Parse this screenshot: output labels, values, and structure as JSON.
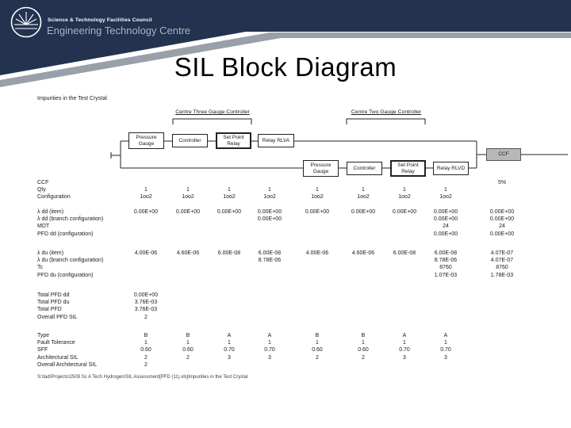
{
  "header": {
    "council": "Science & Technology Facilities Council",
    "centre": "Engineering Technology Centre"
  },
  "title": "SIL Block Diagram",
  "colors": {
    "navy": "#22324f",
    "stripe": "#99a0a9",
    "ccf_fill": "#b8b8b8"
  },
  "diagram": {
    "caption": "Impurities in the Test Crystal",
    "branch1": {
      "bracket_label": "Centre Three Gauge Controller",
      "blocks": [
        "Pressure Gauge",
        "Controller",
        "Set Point Relay",
        "Relay RLVA"
      ]
    },
    "branch2": {
      "bracket_label": "Centre Two Gauge Controller",
      "blocks": [
        "Pressure Gauge",
        "Controller",
        "Set Point Relay",
        "Relay RLVD"
      ]
    },
    "ccf_label": "CCF"
  },
  "table": {
    "groups": [
      {
        "rows": [
          {
            "label": "CCF",
            "values": [
              "",
              "",
              "",
              "",
              "",
              "",
              "",
              "",
              "5%"
            ]
          },
          {
            "label": "Qty",
            "values": [
              "1",
              "1",
              "1",
              "1",
              "1",
              "1",
              "1",
              "1",
              ""
            ]
          },
          {
            "label": "Configuration",
            "values": [
              "1oo2",
              "1oo2",
              "1oo2",
              "1oo2",
              "1oo2",
              "1oo2",
              "1oo2",
              "1oo2",
              ""
            ]
          }
        ]
      },
      {
        "rows": [
          {
            "label": "λ dd (item)",
            "values": [
              "0.00E+00",
              "0.00E+00",
              "0.00E+00",
              "0.00E+00",
              "0.00E+00",
              "0.00E+00",
              "0.00E+00",
              "0.00E+00",
              "0.00E+00"
            ]
          },
          {
            "label": "λ dd (branch configuration)",
            "values": [
              "",
              "",
              "",
              "0.00E+00",
              "",
              "",
              "",
              "0.00E+00",
              "0.00E+00"
            ]
          },
          {
            "label": "MDT",
            "values": [
              "",
              "",
              "",
              "",
              "",
              "",
              "",
              "24",
              "24"
            ]
          },
          {
            "label": "PFD dd (configuration)",
            "values": [
              "",
              "",
              "",
              "",
              "",
              "",
              "",
              "0.00E+00",
              "0.00E+00"
            ]
          }
        ]
      },
      {
        "rows": [
          {
            "label": "λ du (item)",
            "values": [
              "4.00E-06",
              "4.60E-06",
              "6.00E-08",
              "6.00E-08",
              "4.00E-06",
              "4.60E-06",
              "6.00E-08",
              "6.00E-08",
              "4.07E-07"
            ]
          },
          {
            "label": "λ du (branch configuration)",
            "values": [
              "",
              "",
              "",
              "8.78E-06",
              "",
              "",
              "",
              "8.78E-06",
              "4.07E-07"
            ]
          },
          {
            "label": "Tc",
            "values": [
              "",
              "",
              "",
              "",
              "",
              "",
              "",
              "8760",
              "8760"
            ]
          },
          {
            "label": "PFD du (configuration)",
            "values": [
              "",
              "",
              "",
              "",
              "",
              "",
              "",
              "1.07E-03",
              "1.78E-03"
            ]
          }
        ]
      },
      {
        "rows": [
          {
            "label": "Total PFD dd",
            "values": [
              "0.00E+00",
              "",
              "",
              "",
              "",
              "",
              "",
              "",
              ""
            ]
          },
          {
            "label": "Total PFD du",
            "values": [
              "3.76E-03",
              "",
              "",
              "",
              "",
              "",
              "",
              "",
              ""
            ]
          },
          {
            "label": "Total PFD",
            "values": [
              "3.76E-03",
              "",
              "",
              "",
              "",
              "",
              "",
              "",
              ""
            ]
          },
          {
            "label": "Overall PFD SIL",
            "values": [
              "2",
              "",
              "",
              "",
              "",
              "",
              "",
              "",
              ""
            ]
          }
        ]
      },
      {
        "rows": [
          {
            "label": "Type",
            "values": [
              "B",
              "B",
              "A",
              "A",
              "B",
              "B",
              "A",
              "A",
              ""
            ]
          },
          {
            "label": "Fault Tolerance",
            "values": [
              "1",
              "1",
              "1",
              "1",
              "1",
              "1",
              "1",
              "1",
              ""
            ]
          },
          {
            "label": "SFF",
            "values": [
              "0.60",
              "0.60",
              "0.70",
              "0.70",
              "0.60",
              "0.60",
              "0.70",
              "0.70",
              ""
            ]
          },
          {
            "label": "Architectural SIL",
            "values": [
              "2",
              "2",
              "3",
              "3",
              "2",
              "2",
              "3",
              "3",
              ""
            ]
          },
          {
            "label": "Overall Architectural SIL",
            "values": [
              "2",
              "",
              "",
              "",
              "",
              "",
              "",
              "",
              ""
            ]
          }
        ]
      }
    ]
  },
  "footer": "S:\\tad\\Projects\\2509 Sc A Tech Hydrogen\\SIL Assessment[PFD (11).xls]Impurities in the Test Crystal"
}
